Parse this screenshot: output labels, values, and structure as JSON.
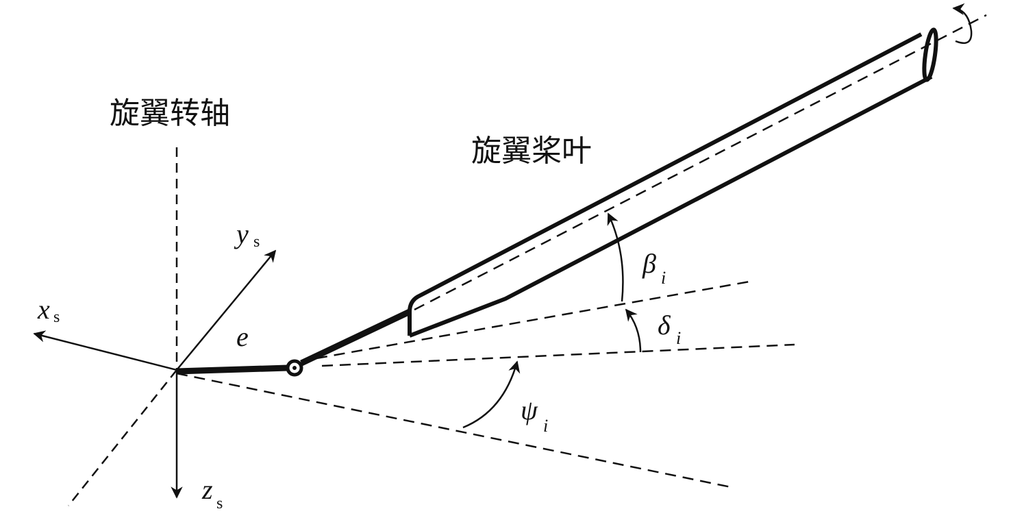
{
  "labels": {
    "rotor_axis": "旋翼转轴",
    "rotor_blade": "旋翼桨叶",
    "x_axis": "x",
    "x_sub": "s",
    "y_axis": "y",
    "y_sub": "s",
    "z_axis": "z",
    "z_sub": "s",
    "offset": "e",
    "beta": "β",
    "beta_sub": "i",
    "delta": "δ",
    "delta_sub": "i",
    "psi": "ψ",
    "psi_sub": "i"
  },
  "colors": {
    "ink": "#111111",
    "background": "#ffffff"
  }
}
